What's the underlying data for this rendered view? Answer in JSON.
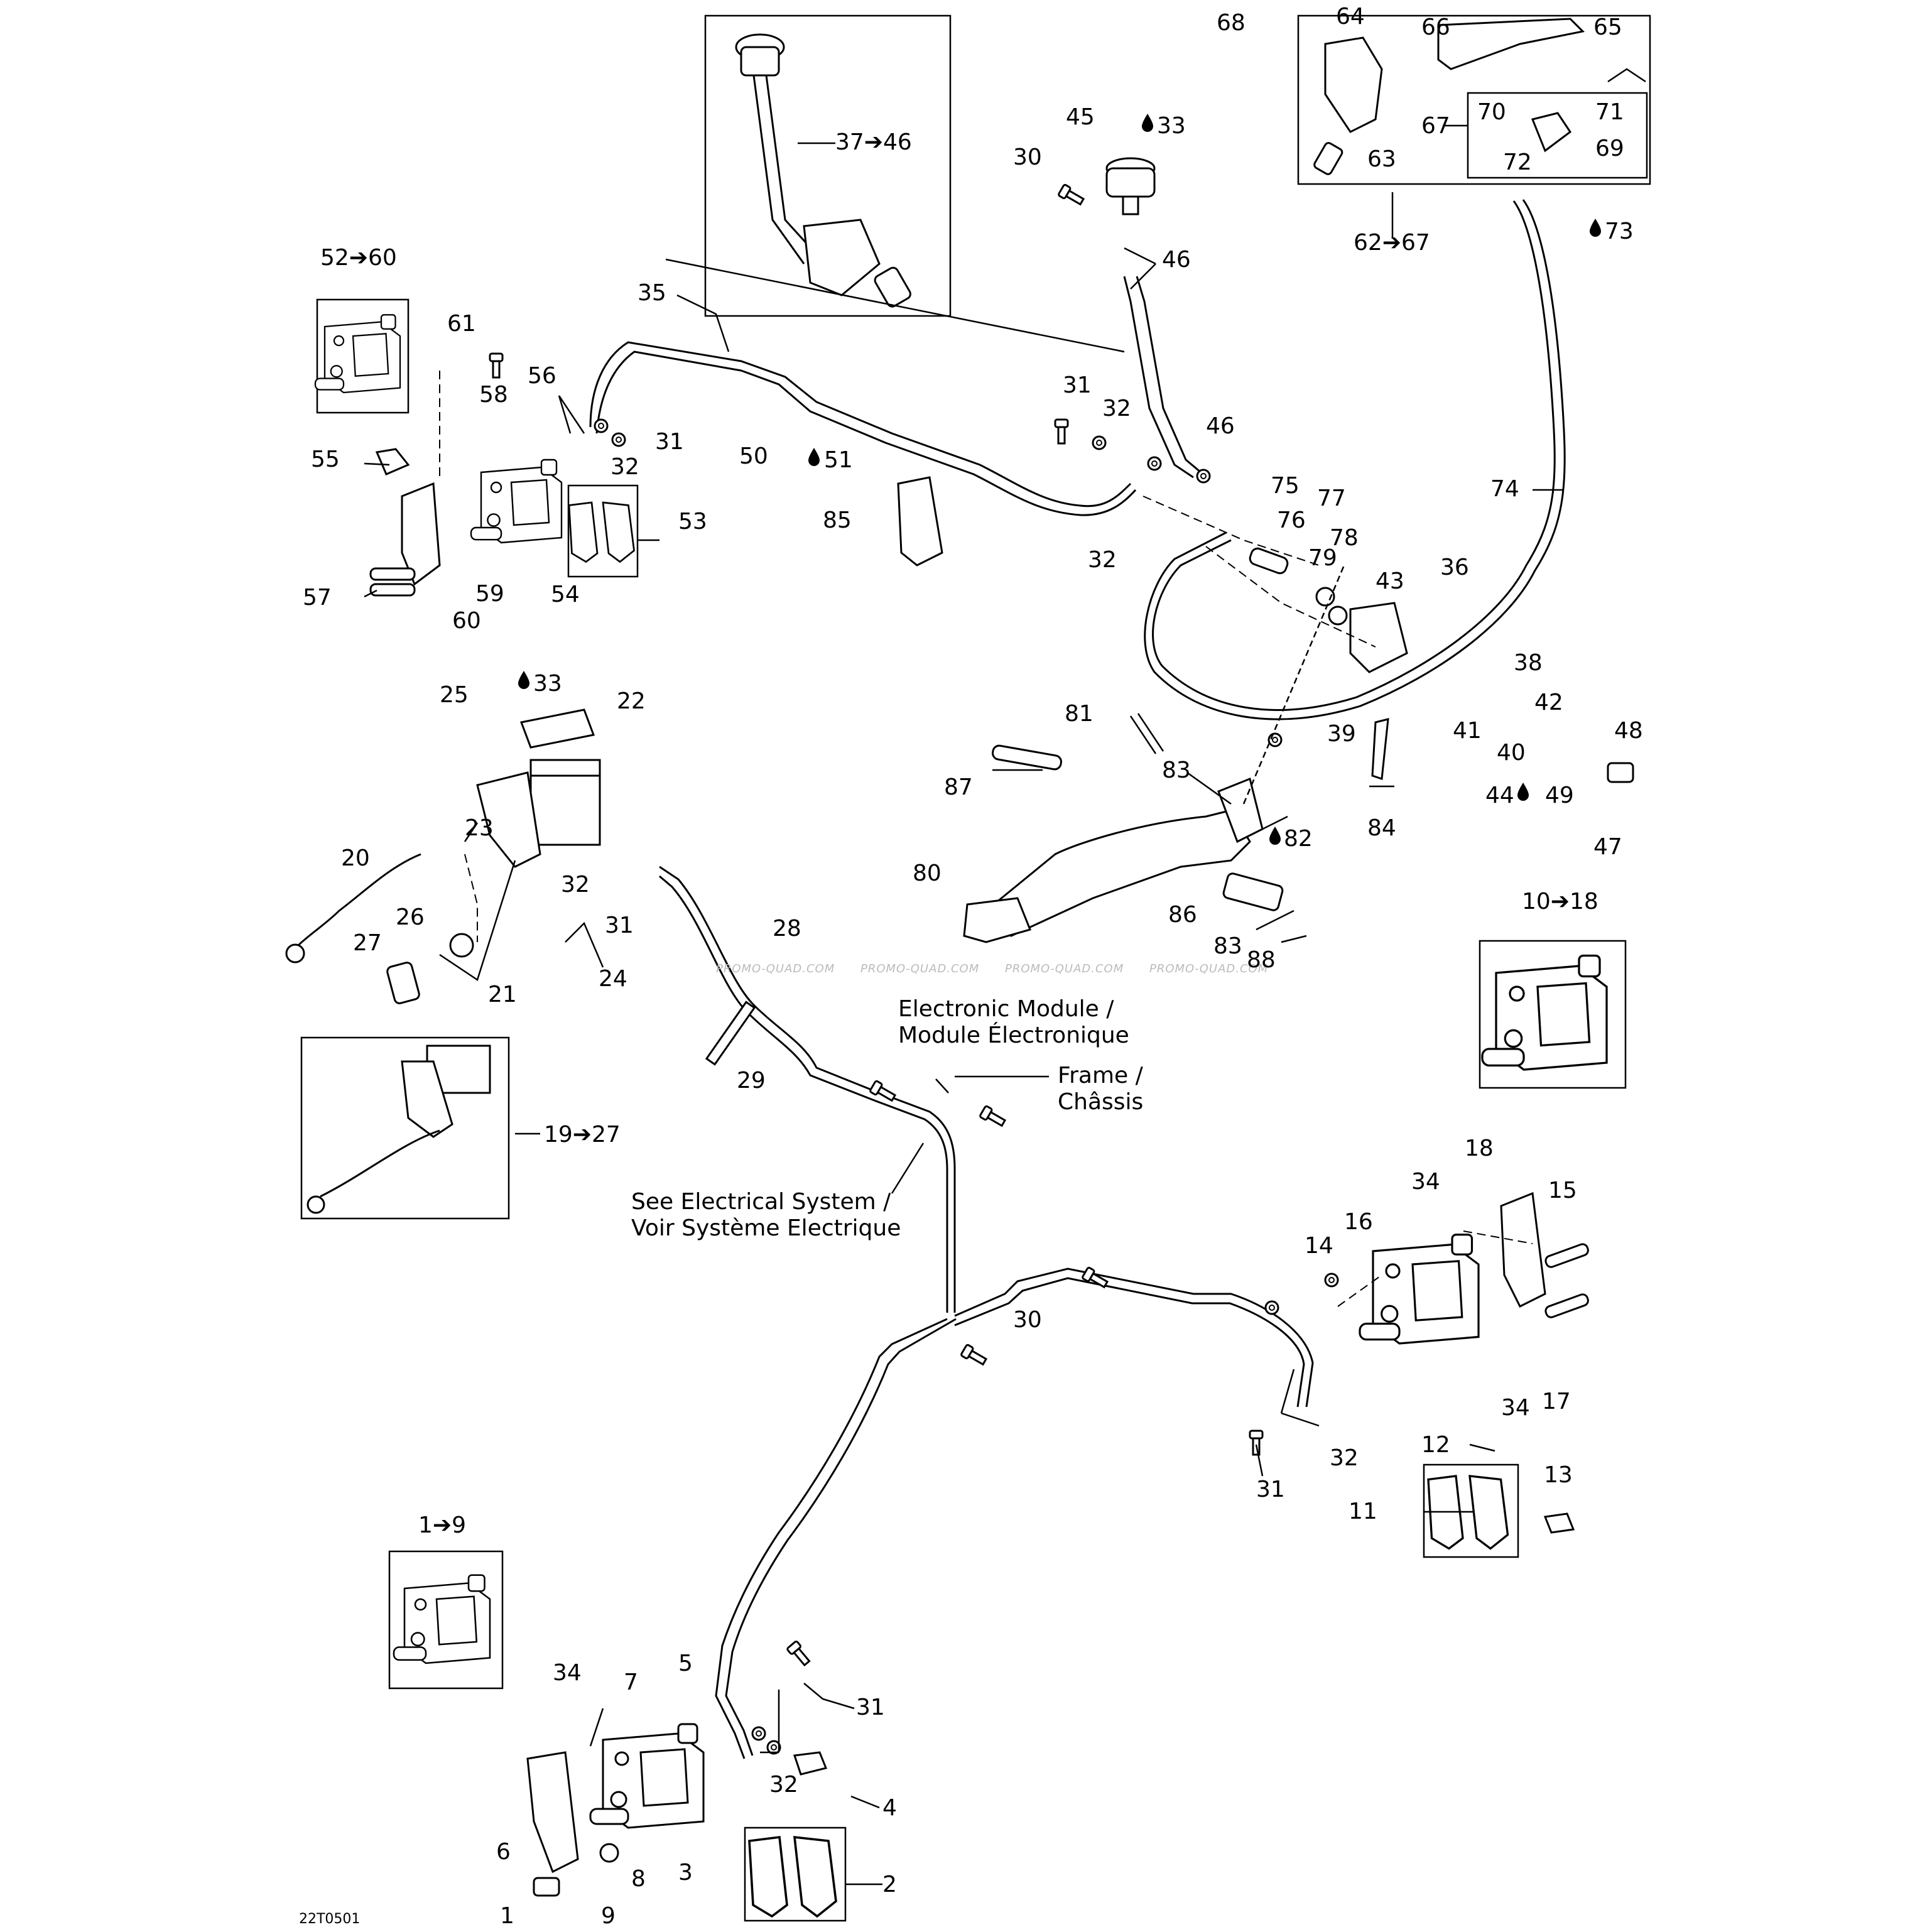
{
  "diagram_code": "22T0501",
  "watermark": "PROMO-QUAD.COM",
  "notes": {
    "electronic_module": [
      "Electronic Module /",
      "Module Électronique"
    ],
    "frame": [
      "Frame /",
      "Châssis"
    ],
    "see_electrical": [
      "See Electrical System /",
      "Voir Système Electrique"
    ]
  },
  "kit_labels": {
    "k52_60": "52➔60",
    "k37_46": "37➔46",
    "k62_67": "62➔67",
    "k10_18": "10➔18",
    "k19_27": "19➔27",
    "k1_9": "1➔9"
  },
  "fluid_labels": {
    "f33a": "33",
    "f51": "51",
    "f73": "73",
    "f33b": "33",
    "f82": "82",
    "f44": "44"
  },
  "callouts": {
    "c1": "1",
    "c2": "2",
    "c3": "3",
    "c4": "4",
    "c5": "5",
    "c6": "6",
    "c7": "7",
    "c8": "8",
    "c9": "9",
    "c11": "11",
    "c12": "12",
    "c13": "13",
    "c14": "14",
    "c15": "15",
    "c16": "16",
    "c17": "17",
    "c18": "18",
    "c20": "20",
    "c21": "21",
    "c22": "22",
    "c23": "23",
    "c24": "24",
    "c25": "25",
    "c26": "26",
    "c27": "27",
    "c28": "28",
    "c29": "29",
    "c30a": "30",
    "c30b": "30",
    "c31a": "31",
    "c31b": "31",
    "c31c": "31",
    "c31d": "31",
    "c31e": "31",
    "c32a": "32",
    "c32b": "32",
    "c32c": "32",
    "c32d": "32",
    "c32e": "32",
    "c32f": "32",
    "c34a": "34",
    "c34b": "34",
    "c34c": "34",
    "c35": "35",
    "c36": "36",
    "c38": "38",
    "c39": "39",
    "c40": "40",
    "c41": "41",
    "c42": "42",
    "c43": "43",
    "c45": "45",
    "c46a": "46",
    "c46b": "46",
    "c47": "47",
    "c48": "48",
    "c49": "49",
    "c50": "50",
    "c53": "53",
    "c54": "54",
    "c55": "55",
    "c56": "56",
    "c57": "57",
    "c58": "58",
    "c59": "59",
    "c60": "60",
    "c61": "61",
    "c63": "63",
    "c64": "64",
    "c65": "65",
    "c66": "66",
    "c67": "67",
    "c68": "68",
    "c69": "69",
    "c70": "70",
    "c71": "71",
    "c72": "72",
    "c74": "74",
    "c75": "75",
    "c76": "76",
    "c77": "77",
    "c78": "78",
    "c79": "79",
    "c80": "80",
    "c81": "81",
    "c83a": "83",
    "c83b": "83",
    "c84": "84",
    "c85": "85",
    "c86": "86",
    "c87": "87",
    "c88": "88"
  }
}
